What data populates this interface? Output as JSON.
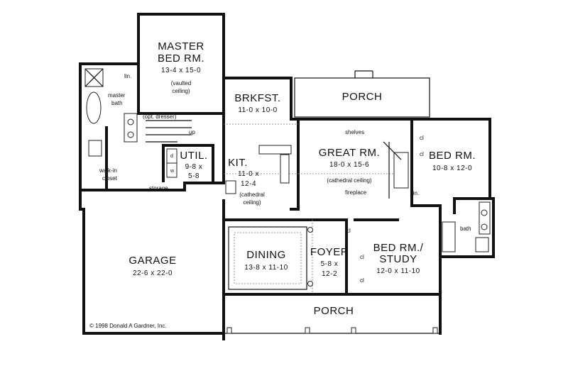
{
  "rooms": {
    "master": {
      "name_1": "MASTER",
      "name_2": "BED RM.",
      "dims": "13-4  x  15-0",
      "note_1": "(vaulted",
      "note_2": "ceiling)"
    },
    "brkfst": {
      "name": "BRKFST.",
      "dims": "11-0  x  10-0"
    },
    "porch_back": {
      "name": "PORCH"
    },
    "great": {
      "name": "GREAT RM.",
      "dims": "18-0  x  15-6",
      "note": "(cathedral ceiling)"
    },
    "bed": {
      "name": "BED RM.",
      "dims": "10-8  x  12-0"
    },
    "util": {
      "name": "UTIL.",
      "dims_1": "9-8  x",
      "dims_2": "5-8"
    },
    "kit": {
      "name": "KIT.",
      "dims_1": "11-0  x",
      "dims_2": "12-4",
      "note_1": "(cathedral",
      "note_2": "ceiling)"
    },
    "garage": {
      "name": "GARAGE",
      "dims": "22-6  x  22-0"
    },
    "dining": {
      "name": "DINING",
      "dims": "13-8  x  11-10"
    },
    "foyer": {
      "name": "FOYER",
      "dims_1": "5-8  x",
      "dims_2": "12-2"
    },
    "study": {
      "name_1": "BED RM./",
      "name_2": "STUDY",
      "dims": "12-0  x  11-10"
    },
    "porch_front": {
      "name": "PORCH"
    }
  },
  "labels": {
    "lin_1": "lin.",
    "master_bath_1": "master",
    "master_bath_2": "bath",
    "opt_dresser": "(opt. dresser)",
    "up": "up",
    "walkin_1": "walk-in",
    "walkin_2": "closet",
    "storage": "storage",
    "d": "d",
    "w": "w",
    "shelves": "shelves",
    "fireplace": "fireplace",
    "cl_1": "cl",
    "cl_2": "cl",
    "cl_3": "cl",
    "cl_4": "cl",
    "cl_5": "cl",
    "lin_2": "lin.",
    "bath": "bath"
  },
  "copyright": "©  1998   Donald  A  Gardner,  Inc."
}
